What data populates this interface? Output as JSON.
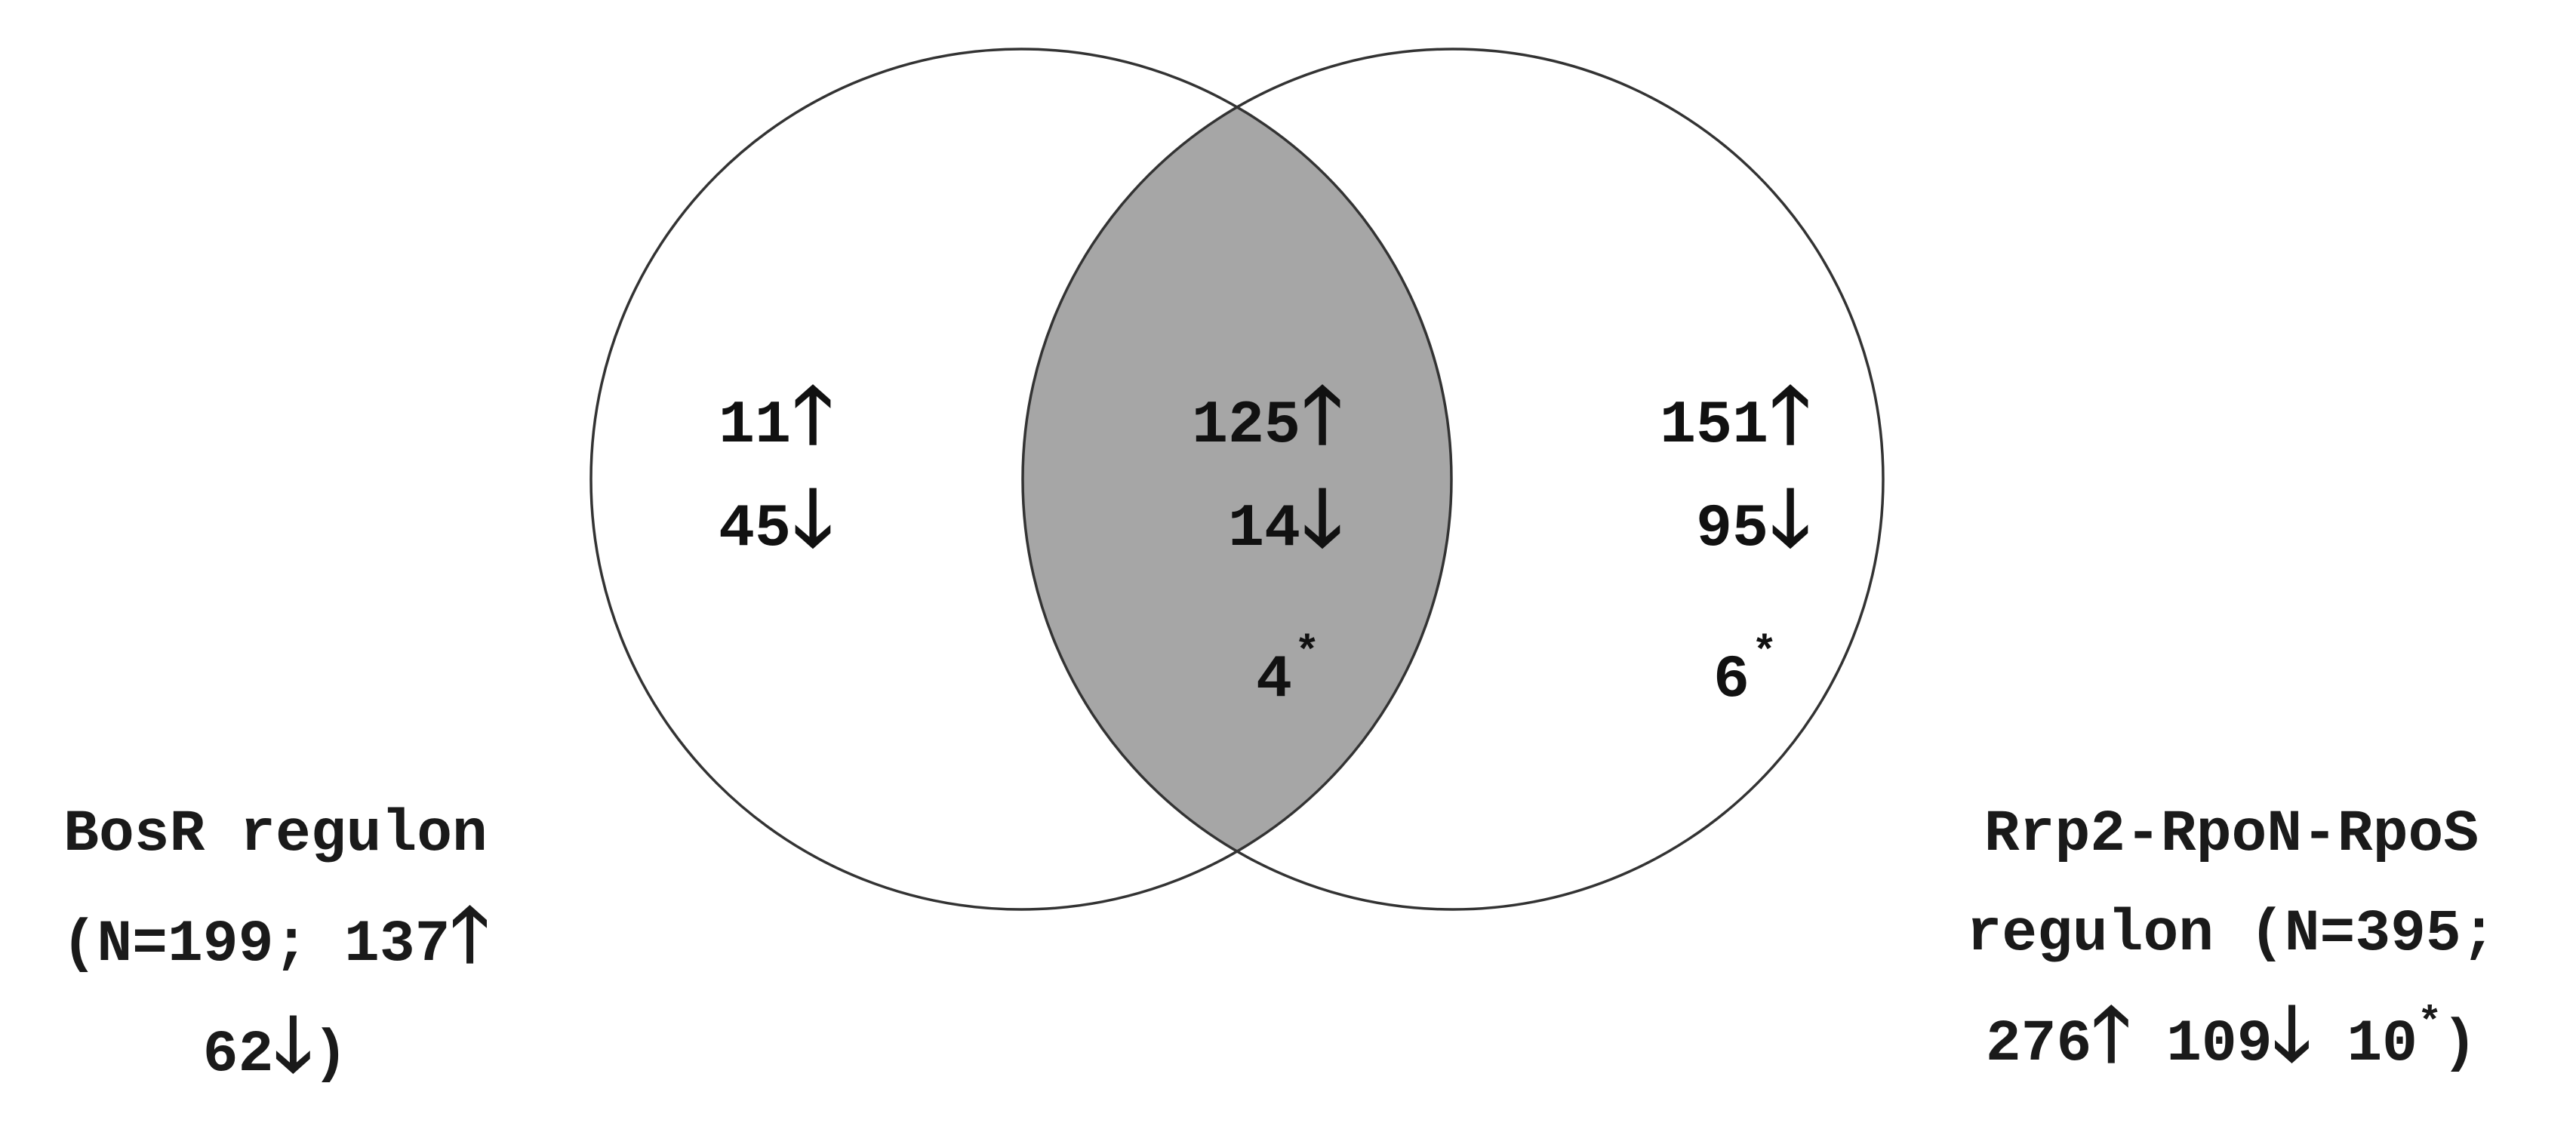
{
  "colors": {
    "intersection_fill": "#a6a6a6",
    "circle_stroke": "#333333",
    "background": "#ffffff",
    "text": "#111111"
  },
  "arrows": {
    "up": "🡑",
    "down": "🡓",
    "up_icon": "up-arrow-icon",
    "down_icon": "down-arrow-icon"
  },
  "regions": {
    "bosr_only": {
      "up": "11",
      "down": "45"
    },
    "shared": {
      "up": "125",
      "down": "14",
      "star": "4",
      "star_mark": "*"
    },
    "rrp2_only": {
      "up": "151",
      "down": "95",
      "star": "6",
      "star_mark": "*"
    }
  },
  "labels": {
    "left": {
      "line1": "BosR regulon",
      "line2_text": "(N=199; 137",
      "line3_num": "62",
      "line3_close": ")"
    },
    "right": {
      "line1": "Rrp2-RpoN-RpoS",
      "line2": "regulon (N=395;",
      "line3_up": "276",
      "line3_down": "109",
      "line3_star_num": "10",
      "line3_star_mark": "*",
      "line3_close": ")"
    }
  }
}
